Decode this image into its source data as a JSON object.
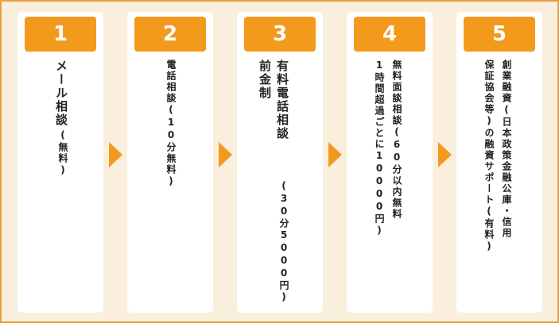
{
  "steps": [
    {
      "number": "1",
      "lines": [
        {
          "text": "メール相談",
          "size": "big"
        },
        {
          "text": "(無料)",
          "size": "small"
        }
      ]
    },
    {
      "number": "2",
      "lines": [
        {
          "text": "電話相談(10分無料)",
          "size": "small"
        }
      ]
    },
    {
      "number": "3",
      "lines": [
        {
          "text": "有料電話相談",
          "size": "big"
        },
        {
          "text": "(30分5000円)",
          "size": "small"
        },
        {
          "text": "前金制",
          "size": "big"
        }
      ]
    },
    {
      "number": "4",
      "lines": [
        {
          "text": "無料面談相談(60分以内無料",
          "size": "small"
        },
        {
          "text": "1時間超過ごとに10000円)",
          "size": "small"
        }
      ]
    },
    {
      "number": "5",
      "lines": [
        {
          "text": "創業融資(日本政策金融公庫・信用",
          "size": "small"
        },
        {
          "text": "保証協会等)の融資サポート(有料)",
          "size": "small"
        }
      ]
    }
  ],
  "colors": {
    "accent": "#f39a1d",
    "background": "#faeedd",
    "border": "#e8a13c",
    "card": "#ffffff"
  }
}
